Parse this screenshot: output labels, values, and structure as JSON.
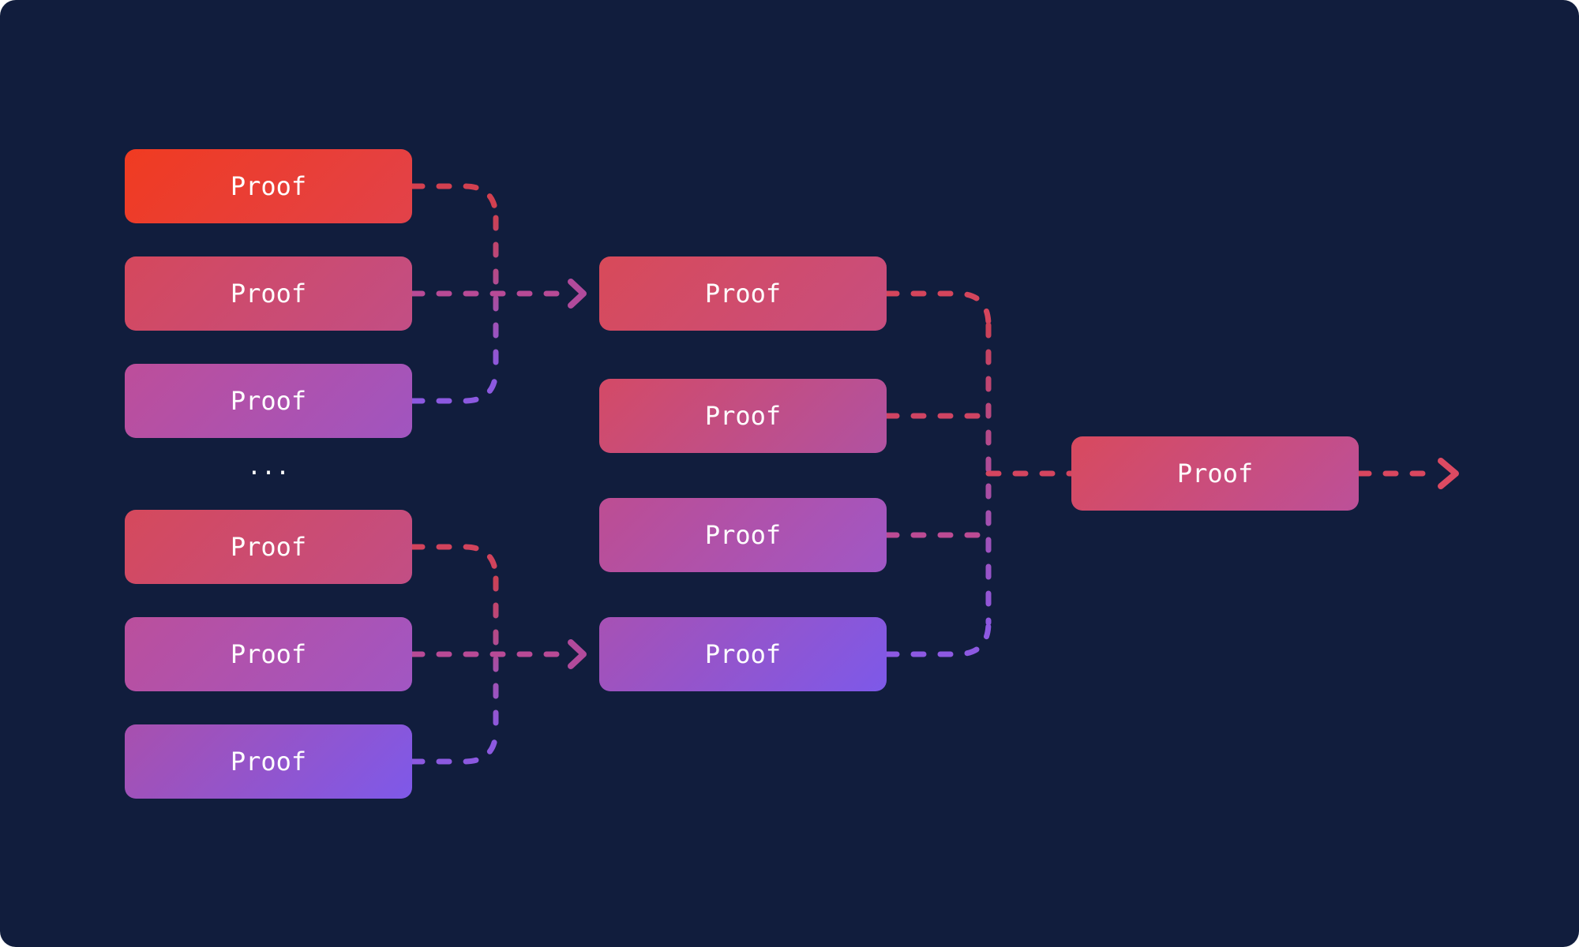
{
  "canvas": {
    "background": "#111d3d",
    "text_color": "#ffffff"
  },
  "labels": {
    "ellipsis": "..."
  },
  "boxes": [
    {
      "id": "left-1",
      "label": "Proof",
      "gradient_from": "#f03b21",
      "gradient_to": "#e2424a"
    },
    {
      "id": "left-2",
      "label": "Proof",
      "gradient_from": "#d5485c",
      "gradient_to": "#c24e85"
    },
    {
      "id": "left-3",
      "label": "Proof",
      "gradient_from": "#bd4e9a",
      "gradient_to": "#a055c0"
    },
    {
      "id": "left-4",
      "label": "Proof",
      "gradient_from": "#d5495c",
      "gradient_to": "#c24e85"
    },
    {
      "id": "left-5",
      "label": "Proof",
      "gradient_from": "#bb4f9c",
      "gradient_to": "#a156c3"
    },
    {
      "id": "left-6",
      "label": "Proof",
      "gradient_from": "#a850ae",
      "gradient_to": "#7e59e9"
    },
    {
      "id": "mid-1",
      "label": "Proof",
      "gradient_from": "#d84a59",
      "gradient_to": "#c74e80"
    },
    {
      "id": "mid-2",
      "label": "Proof",
      "gradient_from": "#d44a66",
      "gradient_to": "#b052a2"
    },
    {
      "id": "mid-3",
      "label": "Proof",
      "gradient_from": "#bd4d92",
      "gradient_to": "#a057c6"
    },
    {
      "id": "mid-4",
      "label": "Proof",
      "gradient_from": "#a751b4",
      "gradient_to": "#7d59e9"
    },
    {
      "id": "final",
      "label": "Proof",
      "gradient_from": "#d84a5e",
      "gradient_to": "#bc5099"
    }
  ],
  "connector_colors": {
    "a_top": "#d24050",
    "a_mid": "#b84a96",
    "a_bottom": "#8c59e0",
    "a_vert_from": "#cb4155",
    "a_vert_to": "#8c59e0",
    "b_top": "#d1435c",
    "b_mid": "#b84a96",
    "b_bottom": "#8c59e0",
    "b_vert_from": "#cb4155",
    "b_vert_to": "#8c59e0",
    "c_m1": "#d4455c",
    "c_m2": "#cf4463",
    "c_m3": "#bc4b94",
    "c_m4": "#8d59e2",
    "c_vert_from": "#cc4156",
    "c_vert_to": "#8e58e0",
    "c_out": "#d4455f",
    "final_arrow": "#d9475f",
    "chevron_ab": "#b14a9b",
    "chevron_final": "#dc4a62"
  }
}
